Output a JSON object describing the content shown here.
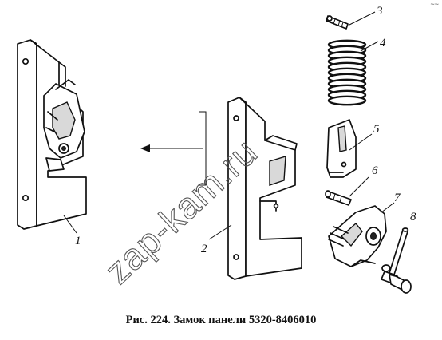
{
  "caption": "Рис. 224. Замок панели 5320-8406010",
  "watermark": "zap-kam.ru",
  "corner_mark": "~~",
  "part_labels": [
    "1",
    "2",
    "3",
    "4",
    "5",
    "6",
    "7",
    "8"
  ],
  "parts": [
    {
      "id": "1",
      "name": "assembled-lock"
    },
    {
      "id": "2",
      "name": "lock-body"
    },
    {
      "id": "3",
      "name": "pin"
    },
    {
      "id": "4",
      "name": "spring"
    },
    {
      "id": "5",
      "name": "latch-plate"
    },
    {
      "id": "6",
      "name": "small-pin"
    },
    {
      "id": "7",
      "name": "cam-catch"
    },
    {
      "id": "8",
      "name": "bolt"
    }
  ]
}
